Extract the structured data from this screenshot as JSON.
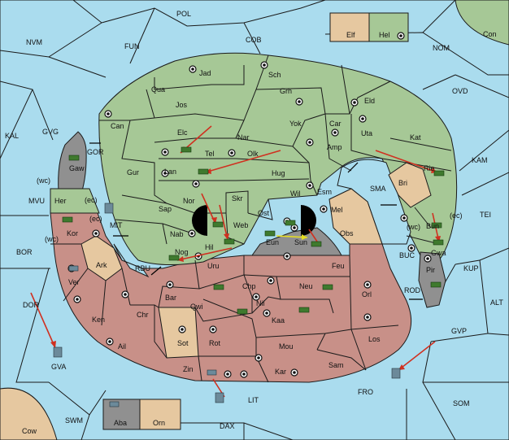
{
  "colors": {
    "sea": "#aadcee",
    "green_power": "#a6c896",
    "red_power": "#c89088",
    "neutral_tan": "#e6c8a0",
    "grey_power": "#909090",
    "order_arrow": "#d03020",
    "support_arrow": "#e8e020",
    "army_unit": "#3f7a2e",
    "fleet_unit": "#6c8a9a"
  },
  "labels": {
    "POL": "POL",
    "NVM": "NVM",
    "FUN": "FUN",
    "COB": "COB",
    "NOM": "NOM",
    "Con": "Con",
    "Elf": "Elf",
    "Hel": "Hel",
    "OVD": "OVD",
    "KAL": "KAL",
    "GVG": "GVG",
    "GOR": "GOR",
    "Gaw": "Gaw",
    "KAM": "KAM",
    "TEI": "TEI",
    "MVU": "MVU",
    "BOR": "BOR",
    "MIT": "MIT",
    "SMA": "SMA",
    "RBU": "RBU",
    "BUC": "BUC",
    "KUP": "KUP",
    "ROD": "ROD",
    "ALT": "ALT",
    "DOR": "DOR",
    "GVA": "GVA",
    "GVP": "GVP",
    "FRO": "FRO",
    "SOM": "SOM",
    "LIT": "LIT",
    "SWM": "SWM",
    "DAX": "DAX",
    "Cow": "Cow",
    "Aba": "Aba",
    "Orn": "Orn",
    "Jad": "Jad",
    "Sch": "Sch",
    "Qua": "Qua",
    "Jos": "Jos",
    "Grh": "Grh",
    "Eld": "Eld",
    "Can": "Can",
    "Yok": "Yok",
    "Car": "Car",
    "Uta": "Uta",
    "Kat": "Kat",
    "Elc": "Elc",
    "Nar": "Nar",
    "Tel": "Tel",
    "Olk": "Olk",
    "Amp": "Amp",
    "Lan": "Lan",
    "Hug": "Hug",
    "Gur": "Gur",
    "Rie": "Rie",
    "Bri": "Bri",
    "Nor": "Nor",
    "Skr": "Skr",
    "Wil": "Wil",
    "Esm": "Esm",
    "Sap": "Sap",
    "Web": "Web",
    "Ost": "Ost",
    "Mel": "Mel",
    "Her": "Her",
    "Kor": "Kor",
    "Nab": "Nab",
    "Eun": "Eun",
    "Sun": "Sun",
    "Obs": "Obs",
    "Bun": "Bun",
    "Gwa": "Gwa",
    "Ark": "Ark",
    "Hil": "Hil",
    "Nog": "Nog",
    "Pir": "Pir",
    "Uru": "Uru",
    "Feu": "Feu",
    "Ver": "Ver",
    "Chp": "Chp",
    "Neu": "Neu",
    "Orl": "Orl",
    "Bar": "Bar",
    "Qwi": "Qwi",
    "Nil": "Nil",
    "Ken": "Ken",
    "Chr": "Chr",
    "Kaa": "Kaa",
    "Sot": "Sot",
    "Rot": "Rot",
    "Los": "Los",
    "Ail": "Ail",
    "Mou": "Mou",
    "Zin": "Zin",
    "Kar": "Kar",
    "Sam": "Sam",
    "wc1": "(wc)",
    "ec1": "(ec)",
    "ec2": "(ec)",
    "wc2": "(wc)",
    "wc3": "(wc)",
    "ec3": "(ec)"
  }
}
